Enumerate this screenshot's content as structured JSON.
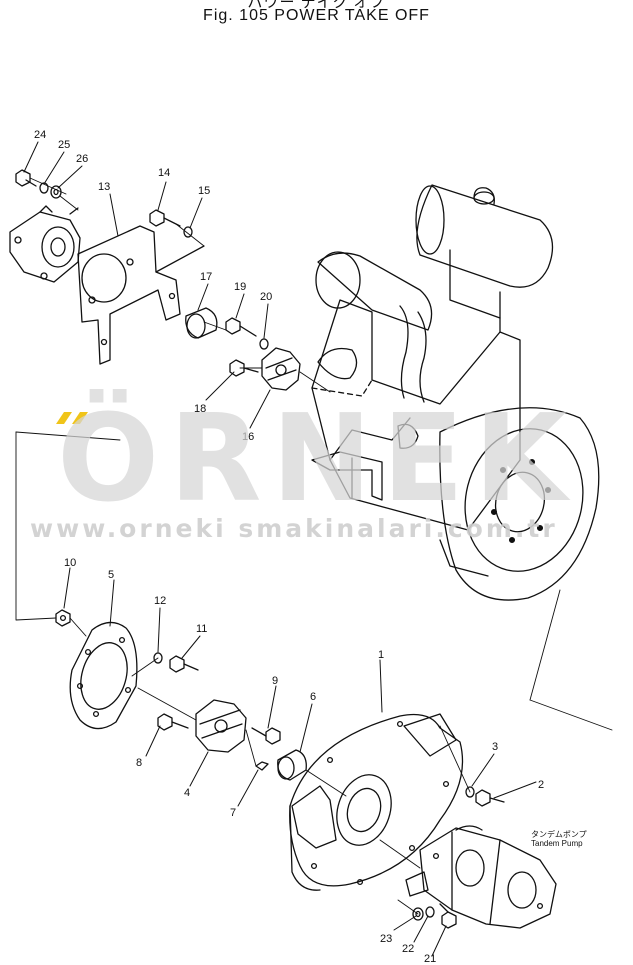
{
  "header": {
    "title_jp": "パワー テイク オフ",
    "title_en": "Fig. 105   POWER TAKE OFF"
  },
  "watermark": {
    "word": "ÖRNEK",
    "url": "www.orneki smakinalari.com.tr",
    "color": "#d6d6d6",
    "accent": "#f0c419"
  },
  "callouts": {
    "c1": "1",
    "c2": "2",
    "c3": "3",
    "c4": "4",
    "c5": "5",
    "c6": "6",
    "c7": "7",
    "c8": "8",
    "c9": "9",
    "c10": "10",
    "c11": "11",
    "c12": "12",
    "c13": "13",
    "c14": "14",
    "c15": "15",
    "c16": "16",
    "c17": "17",
    "c18": "18",
    "c19": "19",
    "c20": "20",
    "c21": "21",
    "c22": "22",
    "c23": "23",
    "c24": "24",
    "c25": "25",
    "c26": "26"
  },
  "tandem_pump": {
    "label_jp": "タンデムポンプ",
    "label_en": "Tandem Pump"
  }
}
